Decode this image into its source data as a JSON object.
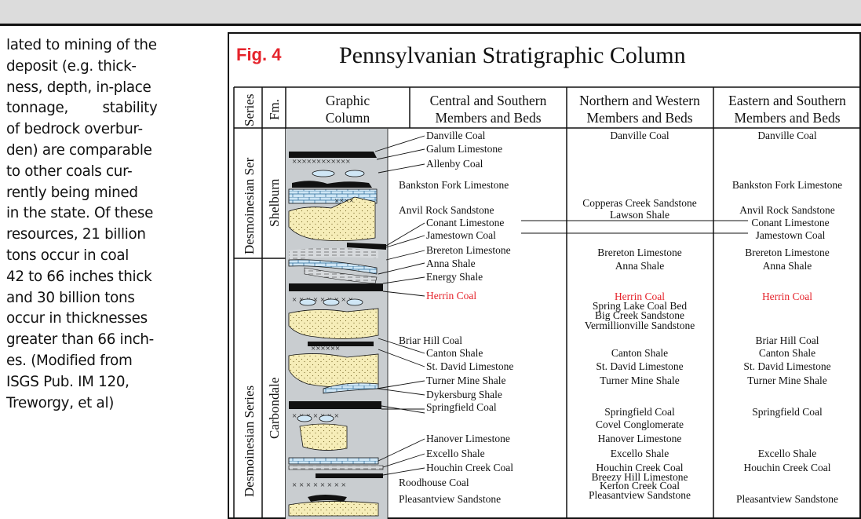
{
  "prose": {
    "lines": [
      "lated to mining of the",
      "deposit (e.g. thick-",
      "ness, depth, in-place",
      "tonnage, stability",
      "of bedrock overbur-",
      "den) are comparable",
      "to other coals cur-",
      "rently being mined",
      "in the state. Of these",
      "resources, 21 billion",
      "tons occur in coal",
      "42 to 66 inches thick",
      "and 30 billion tons",
      "occur in thicknesses",
      "greater than 66 inch-",
      "es. (Modified from",
      "ISGS Pub. IM 120,",
      "Treworgy, et al)"
    ]
  },
  "figure": {
    "label": "Fig. 4",
    "title": "Pennsylvanian Stratigraphic Column",
    "headers": {
      "series": "Series",
      "fm": "Fm.",
      "graphic_1": "Graphic",
      "graphic_2": "Column",
      "central_1": "Central and Southern",
      "central_2": "Members and Beds",
      "northern_1": "Northern and Western",
      "northern_2": "Members and Beds",
      "eastern_1": "Eastern and Southern",
      "eastern_2": "Members and Beds"
    },
    "series_labels": {
      "upper": "Desmoinesian Ser",
      "lower": "Desmoinesian Series"
    },
    "formations": {
      "upper": "Shelburn",
      "lower": "Carbondale"
    },
    "central": [
      "Danville Coal",
      "Galum Limestone",
      "Allenby Coal",
      "Bankston Fork Limestone",
      "Anvil Rock Sandstone",
      "Conant Limestone",
      "Jamestown Coal",
      "Brereton Limestone",
      "Anna Shale",
      "Energy Shale",
      "Herrin Coal",
      "Briar Hill Coal",
      "Canton Shale",
      "St. David Limestone",
      "Turner Mine Shale",
      "Dykersburg Shale",
      "Springfield Coal",
      "Hanover Limestone",
      "Excello Shale",
      "Houchin Creek Coal",
      "Roodhouse Coal",
      "Pleasantview Sandstone"
    ],
    "northern": [
      "Danville Coal",
      "Copperas Creek Sandstone",
      "Lawson Shale",
      "Brereton Limestone",
      "Anna Shale",
      "Herrin Coal",
      "Spring Lake Coal Bed",
      "Big Creek Sandstone",
      "Vermillionville Sandstone",
      "Canton Shale",
      "St. David Limestone",
      "Turner Mine Shale",
      "Springfield Coal",
      "Covel Conglomerate",
      "Hanover Limestone",
      "Excello Shale",
      "Houchin Creek Coal",
      "Breezy Hill Limestone",
      "Kerton Creek Coal",
      "Pleasantview Sandstone"
    ],
    "eastern": [
      "Danville Coal",
      "Bankston Fork Limestone",
      "Anvil Rock Sandstone",
      "Conant Limestone",
      "Jamestown Coal",
      "Brereton Limestone",
      "Anna Shale",
      "Herrin Coal",
      "Briar Hill Coal",
      "Canton Shale",
      "St. David Limestone",
      "Turner Mine Shale",
      "Springfield Coal",
      "Excello Shale",
      "Houchin Creek Coal",
      "Pleasantview Sandstone"
    ],
    "colors": {
      "label_red": "#e5232b",
      "herrin_red": "#e5232b",
      "coal": "#111111",
      "limestone": "#cfe6f5",
      "sandstone": "#f6edb8",
      "shale": "#cfd3d6"
    }
  }
}
